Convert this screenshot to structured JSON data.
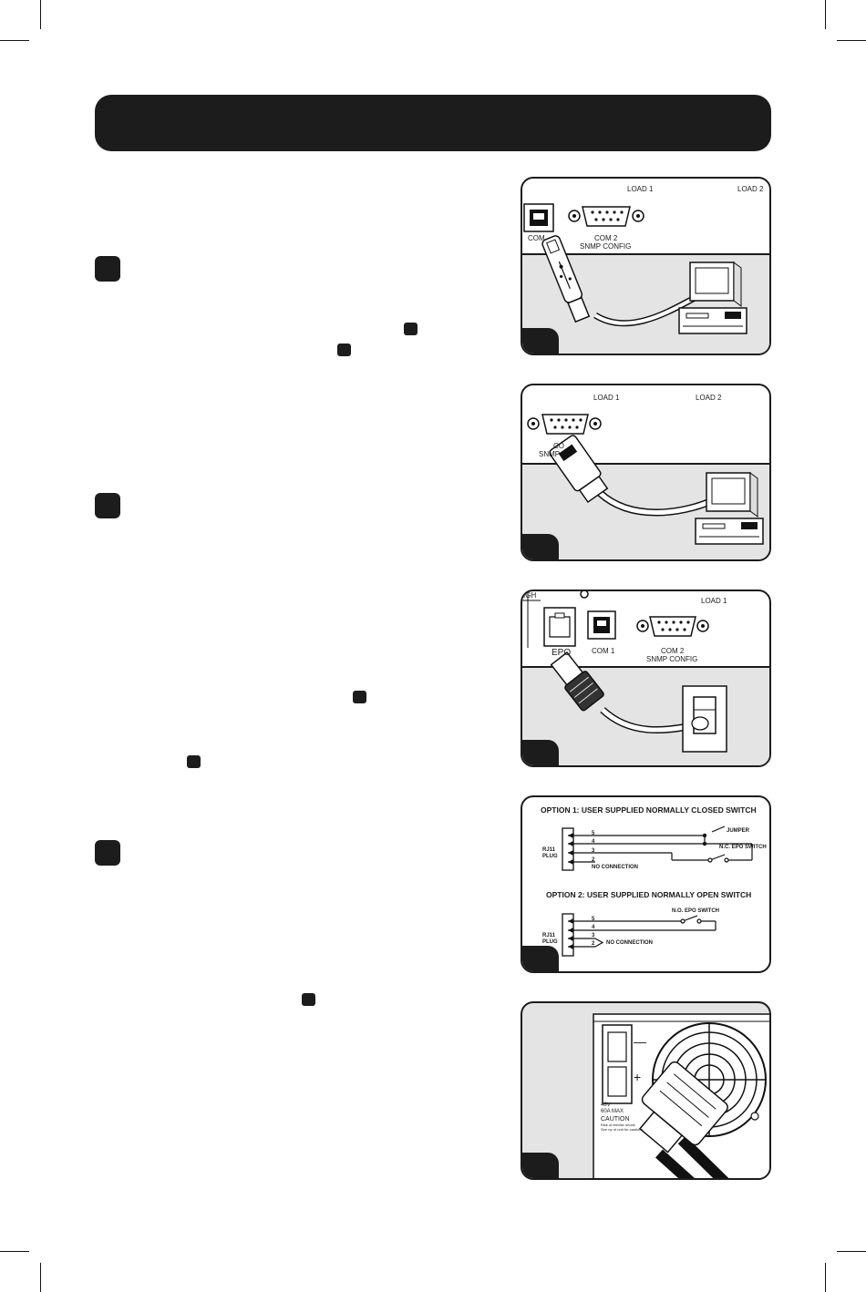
{
  "panel_a": {
    "load1": "LOAD   1",
    "load2": "LOAD 2",
    "com": "COM",
    "com2": "COM 2",
    "snmp": "SNMP CONFIG"
  },
  "panel_b": {
    "load1": "LOAD   1",
    "load2": "LOAD 2",
    "com2": "CO",
    "snmp": "SNMP"
  },
  "panel_c": {
    "sigh": "IGH",
    "load1": "LOAD   1",
    "epo": "EPO",
    "com1": "COM 1",
    "com2": "COM 2",
    "snmp": "SNMP CONFIG"
  },
  "panel_d": {
    "option1": "OPTION 1: USER SUPPLIED NORMALLY CLOSED SWITCH",
    "option2": "OPTION 2: USER SUPPLIED NORMALLY OPEN SWITCH",
    "jumper": "JUMPER",
    "nc_switch": "N.C. EPO SWITCH",
    "no_switch": "N.O. EPO SWITCH",
    "rj11": "RJ11",
    "plug": "PLUG",
    "no_connection": "NO CONNECTION",
    "pins": [
      "5",
      "4",
      "3",
      "2"
    ]
  },
  "panel_e": {
    "minus": "—",
    "plus": "+",
    "rating1": "48V",
    "rating2": "60A MAX",
    "caution": "CAUTION",
    "fine1": "Risk of electric shock",
    "fine2": "See np of unit for cautions"
  }
}
